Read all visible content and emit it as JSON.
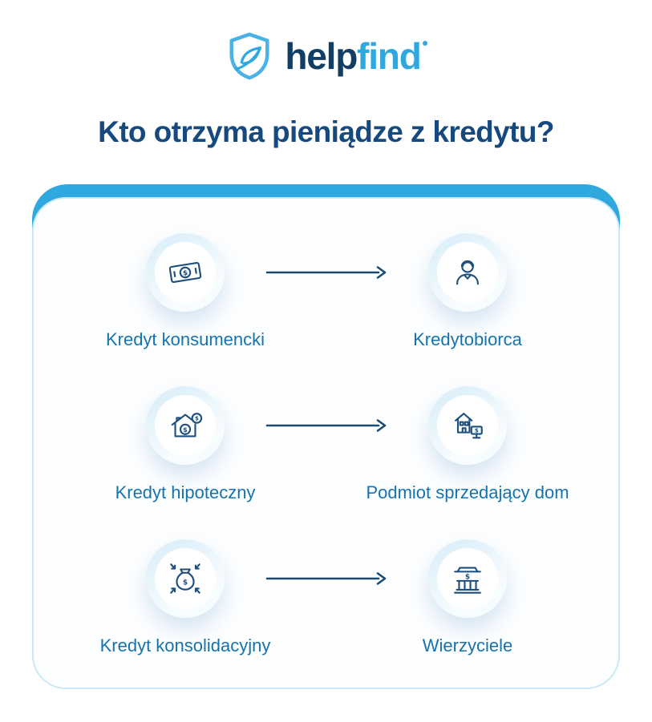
{
  "logo": {
    "brand_primary": "help",
    "brand_secondary": "find"
  },
  "title": "Kto otrzyma pieniądze z kredytu?",
  "diagram": {
    "rows": [
      {
        "source": "Kredyt konsumencki",
        "target": "Kredytobiorca",
        "source_icon": "banknote-icon",
        "target_icon": "borrower-person-icon"
      },
      {
        "source": "Kredyt hipoteczny",
        "target": "Podmiot sprzedający dom",
        "source_icon": "house-dollar-icon",
        "target_icon": "house-sale-sign-icon"
      },
      {
        "source": "Kredyt konsolidacyjny",
        "target": "Wierzyciele",
        "source_icon": "money-bag-consolidation-icon",
        "target_icon": "bank-icon"
      }
    ]
  },
  "colors": {
    "accent_blue": "#2FA8E0",
    "brand_navy": "#123E63",
    "title_blue": "#16497E",
    "label_blue": "#1573AE",
    "icon_stroke": "#1C4E7E",
    "arrow_navy": "#1B4A73",
    "card_border": "#CBE8F7"
  }
}
